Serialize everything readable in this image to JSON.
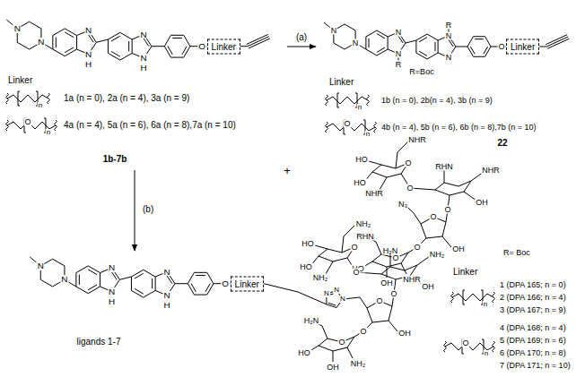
{
  "diagram": {
    "nodes": [
      {
        "text": [
          "Linker"
        ]
      },
      {
        "text": [
          "Linker"
        ]
      },
      {
        "text": [
          "Linker"
        ]
      }
    ],
    "labels": [
      "Linker",
      "n",
      "1a (n = 0), 2a (n = 4), 3a (n = 9)",
      "O",
      "n",
      "4a (n = 4), 5a (n = 6), 6a (n = 8),7a (n = 10)",
      "N",
      "N",
      "N",
      "N",
      "H",
      "N",
      "N",
      "H",
      "O",
      "(a)",
      "N",
      "N",
      "N",
      "N",
      "R",
      "N",
      "N",
      "R",
      "O",
      "R=Boc",
      "Linker",
      "n",
      "1b (n = 0), 2b(n = 4), 3b (n = 9)",
      "O",
      "n",
      "4b (n = 4), 5b (n = 6), 6b (n = 8),7b (n = 10)",
      "1b-7b",
      "+",
      "22",
      "NHR",
      "HO",
      "HO",
      "NHR",
      "O",
      "O",
      "NHR",
      "RHN",
      "OH",
      "O",
      "O",
      "N₃",
      "OH",
      "O",
      "O",
      "RHN",
      "HO",
      "OH",
      "NHR",
      "R= Boc",
      "(b)",
      "N",
      "N",
      "N",
      "N",
      "H",
      "N",
      "N",
      "H",
      "O",
      "N",
      "N",
      "N",
      "NH₂",
      "HO",
      "HO",
      "NH₂",
      "O",
      "O",
      "NH₂",
      "H₂N",
      "OH",
      "O",
      "O",
      "OH",
      "O",
      "O",
      "H₂N",
      "HO",
      "OH",
      "NH₂",
      "ligands 1-7",
      "Linker",
      "n",
      "1 (DPA 165; n = 0)",
      "2 (DPA 166; n = 4)",
      "3 (DPA 167; n = 9)",
      "O",
      "n",
      "4 (DPA 168; n = 4)",
      "5 (DPA 169; n = 6)",
      "6 (DPA 170; n = 8)",
      "7 (DPA 171; n = 10)"
    ]
  }
}
